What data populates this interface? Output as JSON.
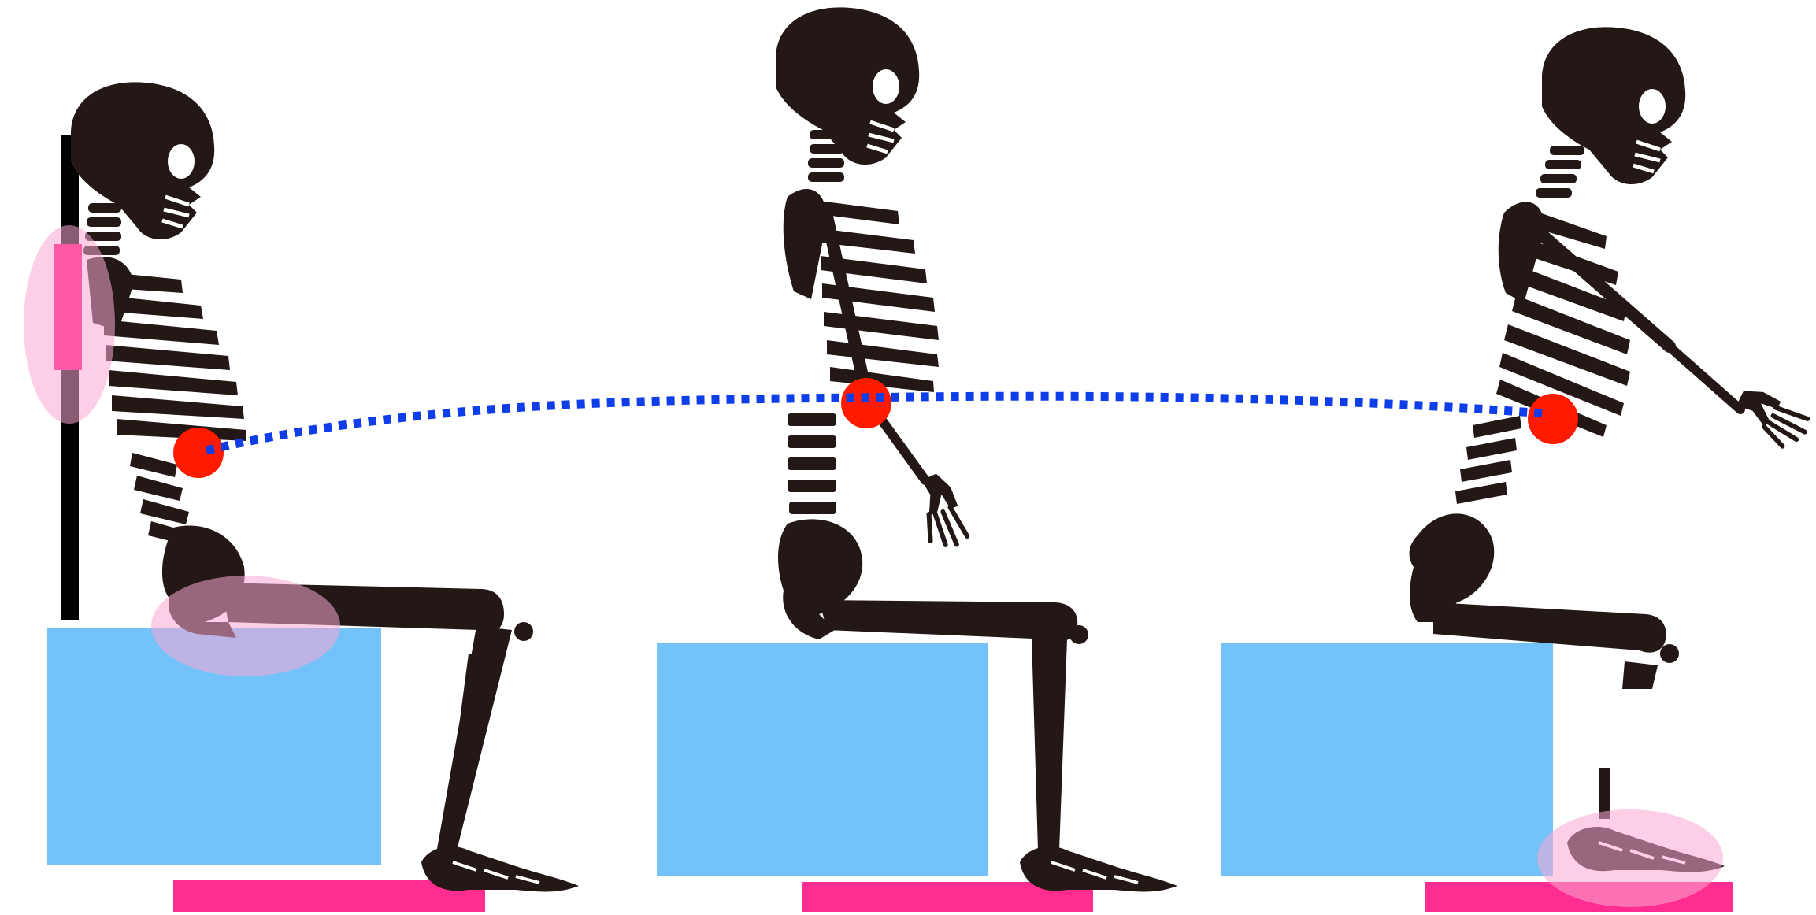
{
  "colors": {
    "background": "#ffffff",
    "bone": "#231815",
    "seat": "#73c3fa",
    "footrest": "#ff2d8f",
    "backrest": "#000000",
    "backrest_pad": "#ff5aa8",
    "pressure_highlight": "#f9a8d4",
    "center_of_gravity": "#ff1a00",
    "trajectory": "#0f3de8"
  },
  "figures": [
    {
      "name": "leaning-back-posture",
      "pose": "reclined",
      "has_backrest": true,
      "highlights": [
        "upper-back",
        "buttocks"
      ]
    },
    {
      "name": "upright-posture",
      "pose": "upright",
      "has_backrest": false,
      "highlights": []
    },
    {
      "name": "forward-lean-posture",
      "pose": "forward-lean",
      "has_backrest": false,
      "highlights": [
        "foot"
      ]
    }
  ],
  "legend_icons": {
    "center_of_gravity": "red-dot-icon",
    "trajectory": "dotted-line-icon"
  }
}
